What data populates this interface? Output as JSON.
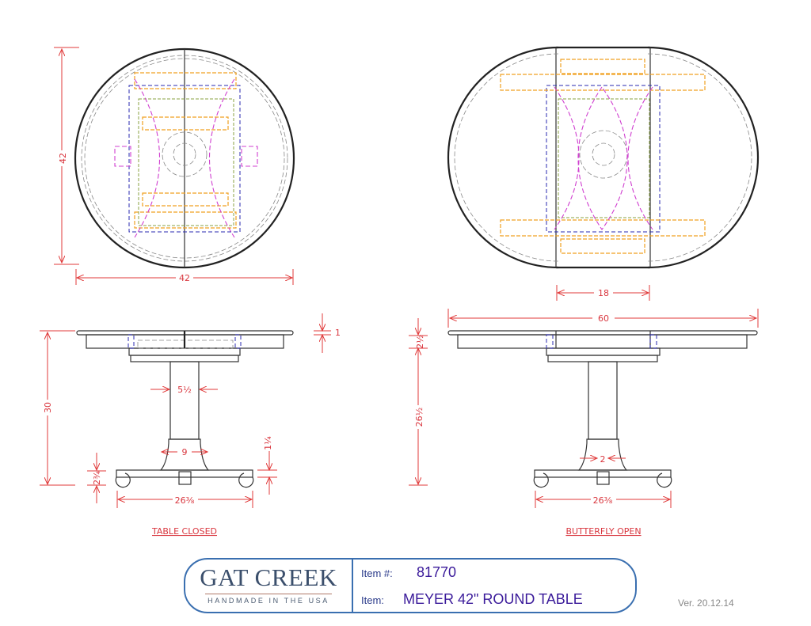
{
  "views": {
    "closed_plan": {
      "width": "42",
      "depth": "42"
    },
    "open_plan": {
      "leaf_width": "18"
    },
    "closed_elevation": {
      "caption": "TABLE CLOSED",
      "height": "30",
      "top_thickness": "1",
      "column_width": "5½",
      "base_width": "9",
      "foot_height": "2¾",
      "rail_height": "1¼",
      "foot_span": "26⅜"
    },
    "open_elevation": {
      "caption": "BUTTERFLY OPEN",
      "length": "60",
      "apron_height": "2½",
      "leg_height": "26½",
      "post_width": "2",
      "foot_span": "26⅜"
    }
  },
  "title_block": {
    "brand": "GAT CREEK",
    "tagline": "HANDMADE IN THE USA",
    "item_number_label": "Item #:",
    "item_number": "81770",
    "item_label": "Item:",
    "item_name": "MEYER 42\" ROUND TABLE",
    "version": "Ver. 20.12.14"
  },
  "colors": {
    "dimension": "#e03a3a",
    "border": "#3a6fb0",
    "text": "#3a1a9a"
  }
}
